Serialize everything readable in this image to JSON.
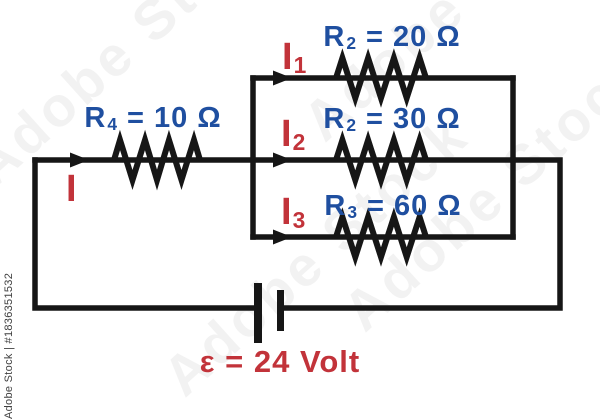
{
  "circuit": {
    "description": "Series-parallel resistor circuit with battery",
    "series_resistor": {
      "label": {
        "name": "R",
        "sub": "4",
        "rest": " = 10 Ω"
      }
    },
    "series_current": {
      "label": {
        "name": "I"
      }
    },
    "branches": [
      {
        "current": {
          "name": "I",
          "sub": "1"
        },
        "resistor": {
          "name": "R",
          "sub": "2",
          "rest": " = 20 Ω"
        }
      },
      {
        "current": {
          "name": "I",
          "sub": "2"
        },
        "resistor": {
          "name": "R",
          "sub": "2",
          "rest": " = 30 Ω"
        }
      },
      {
        "current": {
          "name": "I",
          "sub": "3"
        },
        "resistor": {
          "name": "R",
          "sub": "3",
          "rest": " = 60 Ω"
        }
      }
    ],
    "battery": {
      "label": "ε = 24 Volt"
    },
    "colors": {
      "resistor_label_blue": "#1f4fa0",
      "current_label_red": "#c2333a",
      "wire_black": "#161616",
      "background": "#ffffff"
    },
    "watermark": {
      "credit": "Adobe Stock | #1836351532",
      "tile": "Adobe Stock"
    }
  }
}
